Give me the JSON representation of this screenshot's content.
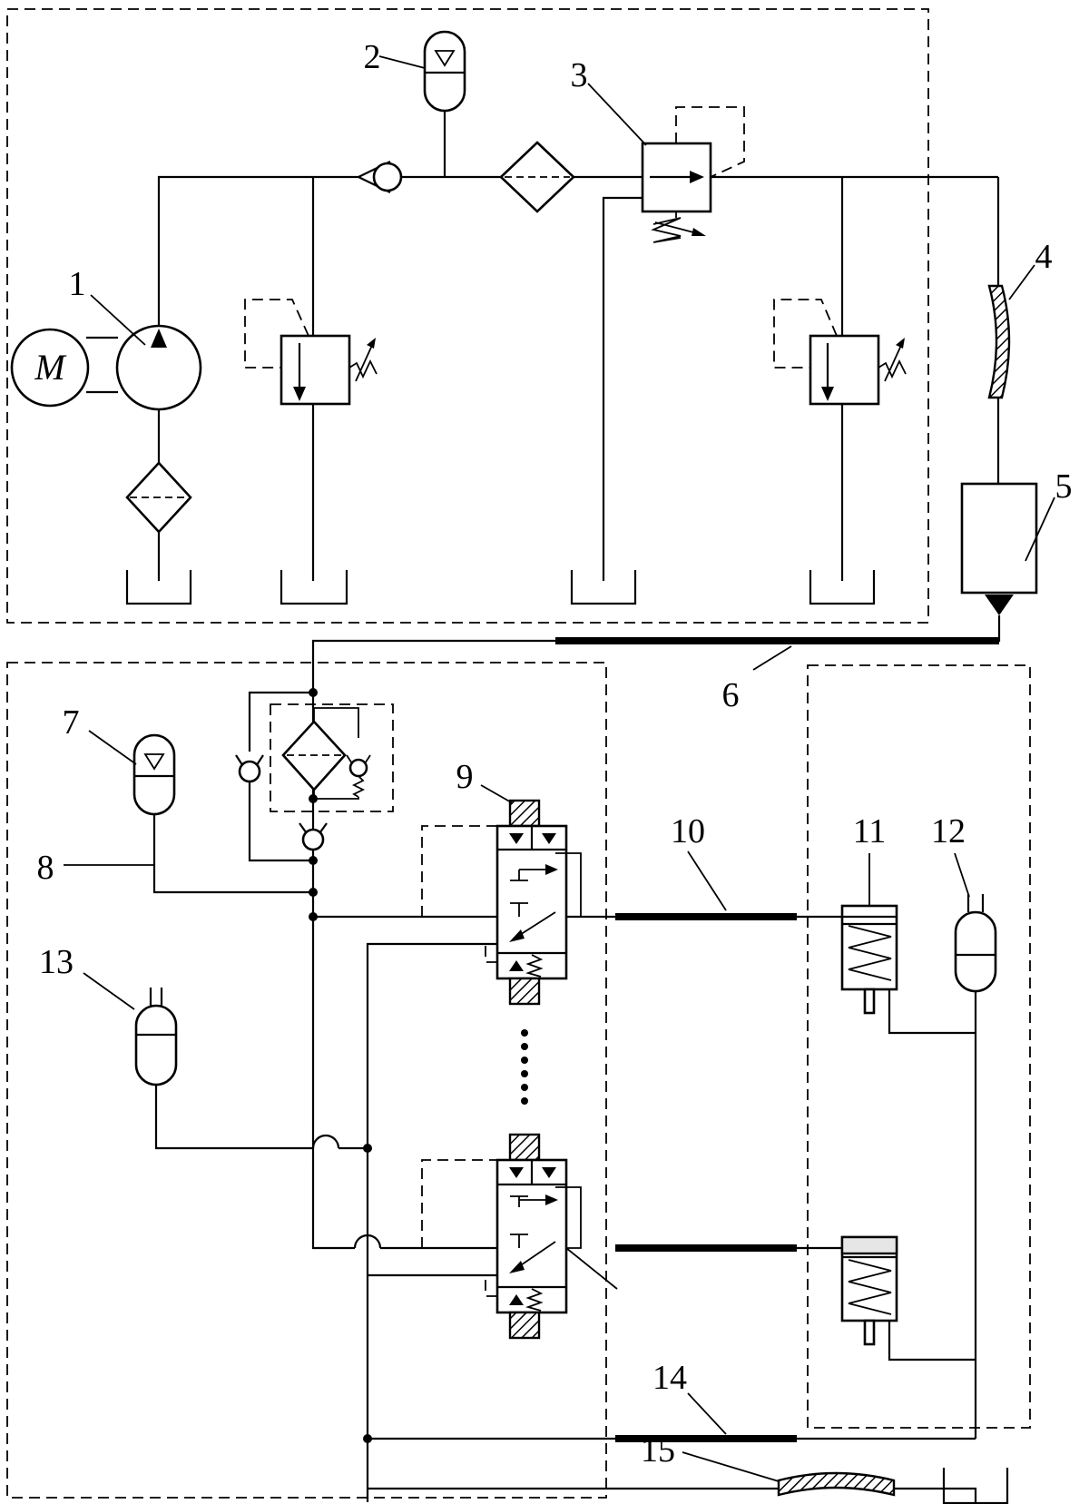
{
  "diagram": {
    "motor_label": "M",
    "labels": {
      "l1": "1",
      "l2": "2",
      "l3": "3",
      "l4": "4",
      "l5": "5",
      "l6": "6",
      "l7": "7",
      "l8": "8",
      "l9": "9",
      "l10": "10",
      "l11": "11",
      "l12": "12",
      "l13": "13",
      "l14": "14",
      "l15": "15"
    }
  }
}
